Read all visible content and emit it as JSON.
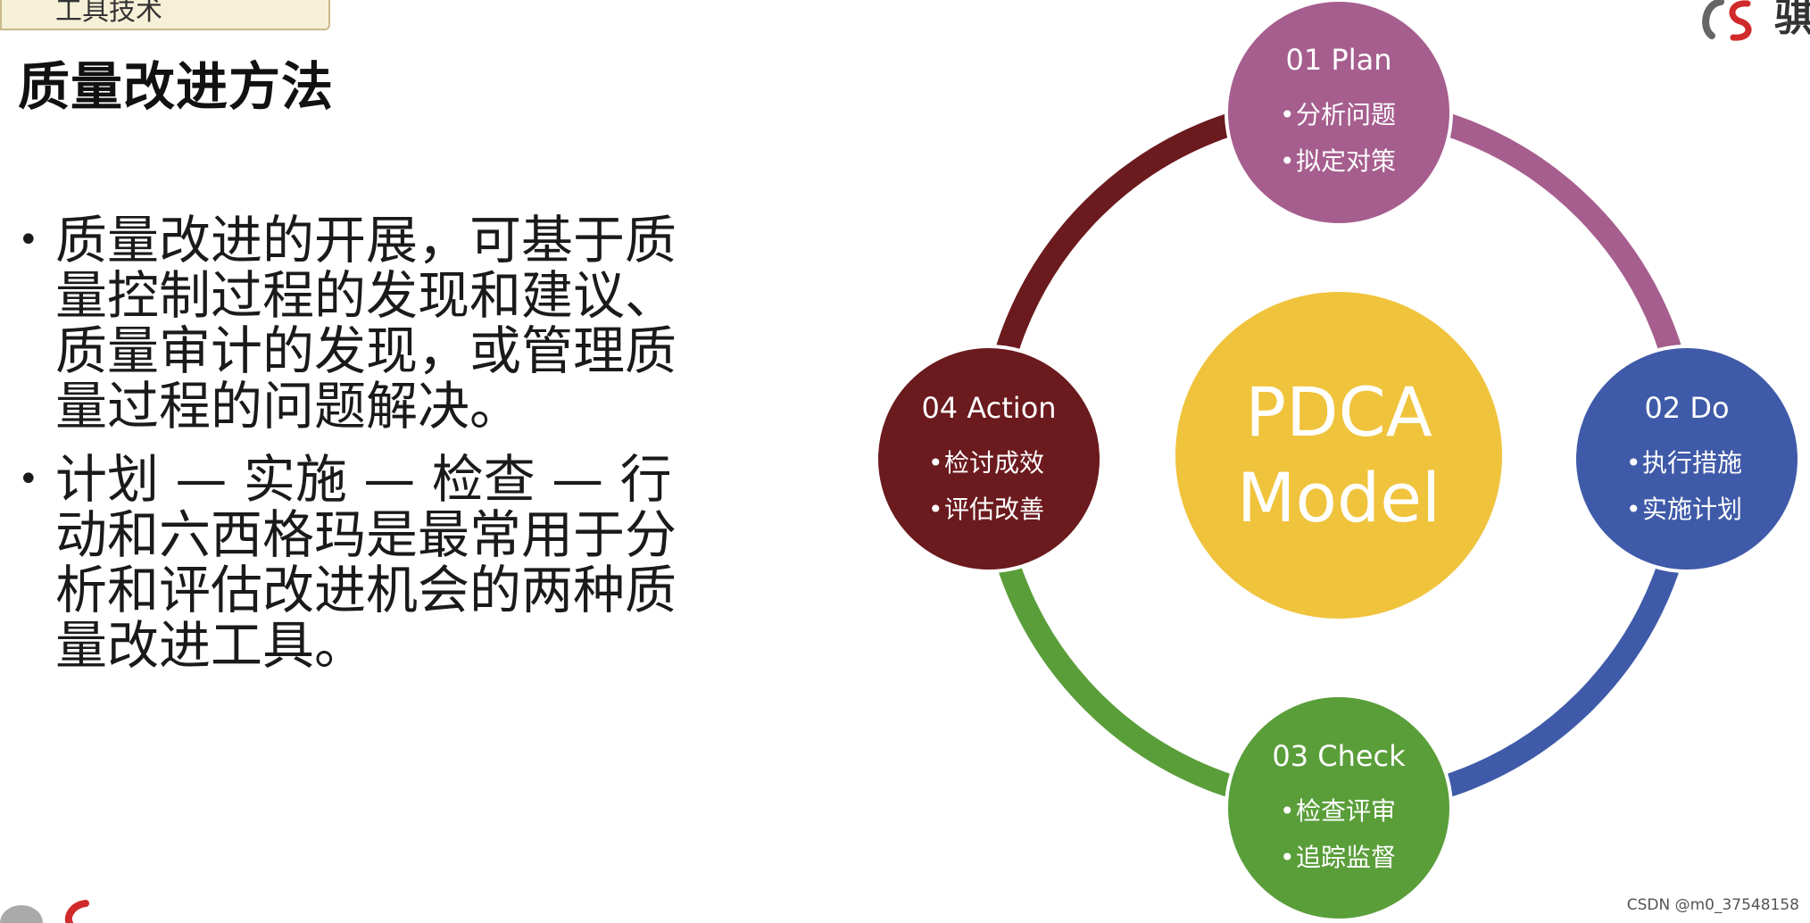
{
  "category_tab": "工具技术",
  "page_title": "质量改进方法",
  "bullets": [
    "质量改进的开展，可基于质量控制过程的发现和建议、质量审计的发现，或管理质量过程的问题解决。",
    "计划 — 实施 — 检查 — 行动和六西格玛是最常用于分析和评估改进机会的两种质量改进工具。"
  ],
  "pdca": {
    "center_line1": "PDCA",
    "center_line2": "Model",
    "center_color": "#f0c33c",
    "nodes": [
      {
        "title": "01 Plan",
        "items": [
          "分析问题",
          "拟定对策"
        ],
        "color": "#a65e8e"
      },
      {
        "title": "02 Do",
        "items": [
          "执行措施",
          "实施计划"
        ],
        "color": "#3f5aa8"
      },
      {
        "title": "03 Check",
        "items": [
          "检查评审",
          "追踪监督"
        ],
        "color": "#5a9e3a"
      },
      {
        "title": "04 Action",
        "items": [
          "检讨成效",
          "评估改善"
        ],
        "color": "#6b1a1e"
      }
    ]
  },
  "watermark": "CSDN @m0_37548158",
  "logo_letter": "骐"
}
